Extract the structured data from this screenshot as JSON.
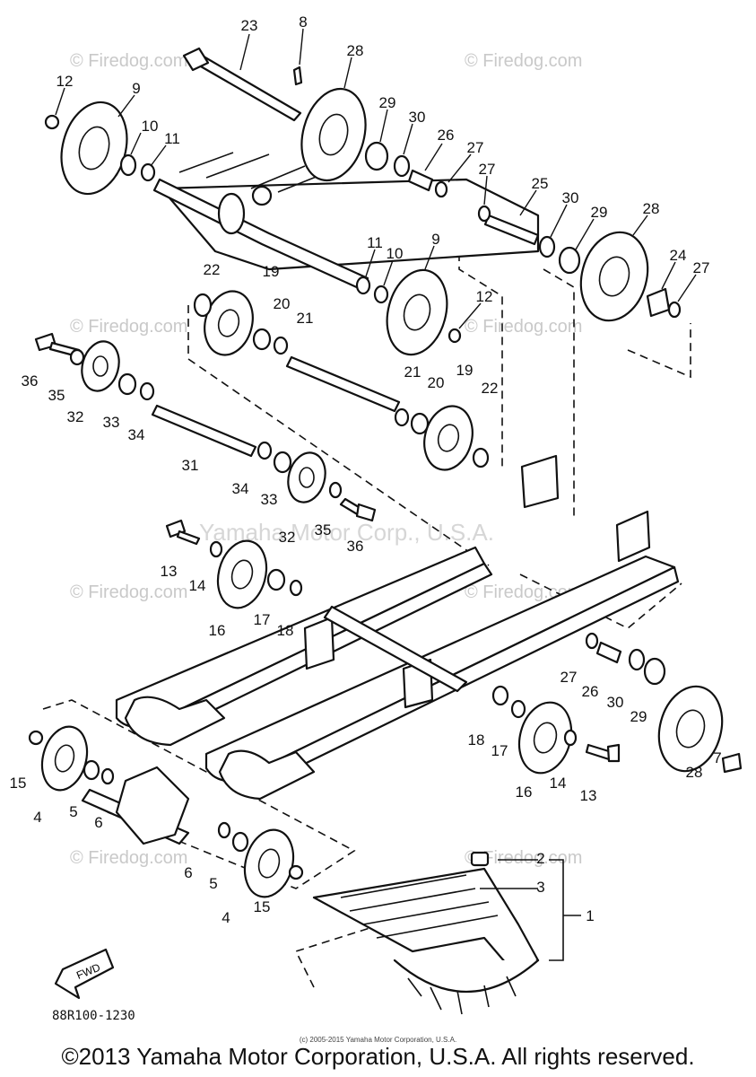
{
  "diagram": {
    "code": "88R100-1230",
    "fwd_label": "FWD",
    "fine_print": "(c) 2005-2015 Yamaha Motor Corporation, U.S.A.",
    "copyright": "©2013 Yamaha Motor Corporation, U.S.A. All rights reserved.",
    "watermarks": [
      "© Firedog.com",
      "© Firedog.com",
      "© Firedog.com",
      "© Firedog.com",
      "© Firedog.com",
      "© Firedog.com",
      "© Firedog.com",
      "© Firedog.com"
    ],
    "watermark_center": "Yamaha Motor Corp., U.S.A.",
    "callouts": [
      "23",
      "8",
      "28",
      "12",
      "9",
      "10",
      "11",
      "29",
      "30",
      "26",
      "27",
      "27",
      "25",
      "30",
      "29",
      "28",
      "24",
      "27",
      "11",
      "10",
      "9",
      "12",
      "22",
      "19",
      "20",
      "21",
      "36",
      "35",
      "32",
      "33",
      "34",
      "21",
      "20",
      "19",
      "22",
      "31",
      "34",
      "33",
      "32",
      "35",
      "36",
      "13",
      "14",
      "16",
      "17",
      "18",
      "27",
      "26",
      "30",
      "29",
      "7",
      "28",
      "18",
      "17",
      "16",
      "14",
      "13",
      "15",
      "4",
      "5",
      "6",
      "6",
      "5",
      "4",
      "15",
      "2",
      "3",
      "1"
    ]
  }
}
